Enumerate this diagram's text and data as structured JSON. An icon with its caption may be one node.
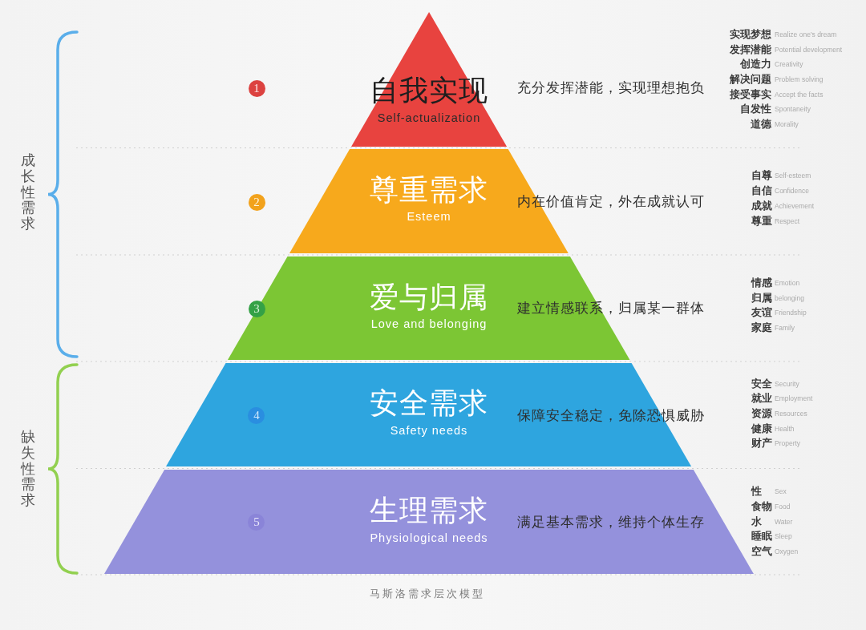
{
  "diagram": {
    "caption": "马斯洛需求层次模型",
    "nodes": [
      {
        "text": [
          "自我实现",
          "Self-actualization"
        ],
        "beside": [
          "充分发挥潜能，实现理想抱负"
        ]
      },
      {
        "text": [
          "尊重需求",
          "Esteem"
        ],
        "beside": [
          "内在价值肯定，外在成就认可"
        ]
      },
      {
        "text": [
          "爱与归属",
          "Love and belonging"
        ],
        "beside": [
          "建立情感联系，归属某一群体"
        ]
      },
      {
        "text": [
          "安全需求",
          "Safety needs"
        ],
        "beside": [
          "保障安全稳定，免除恐惧威胁"
        ]
      },
      {
        "text": [
          "生理需求",
          "Physiological needs"
        ],
        "beside": [
          "满足基本需求，维持个体生存"
        ]
      },
      {
        "text": [
          "1"
        ]
      },
      {
        "text": [
          "2"
        ]
      },
      {
        "text": [
          "3"
        ]
      },
      {
        "text": [
          "4"
        ],
        "in": 3
      },
      {
        "text": [
          "5"
        ],
        "in": 4
      }
    ],
    "labels": [
      "成长性需求",
      "缺失性需求",
      "实现梦想",
      "Realize one's dream",
      "发挥潜能",
      "Potential development",
      "创造力",
      "Creativity",
      "解决问题",
      "Problem solving",
      "接受事实",
      "Accept the facts",
      "自发性",
      "Spontaneity",
      "道德",
      "Morality",
      "自尊",
      "Self-esteem",
      "自信",
      "Confidence",
      "成就",
      "Achievement",
      "尊重",
      "Respect",
      "情感",
      "Emotion",
      "归属",
      "belonging",
      "友谊",
      "Friendship",
      "家庭",
      "Family",
      "安全",
      "Security",
      "就业",
      "Employment",
      "资源",
      "Resources",
      "健康",
      "Health",
      "财产",
      "Property",
      "性",
      "Sex",
      "食物",
      "Food",
      "水",
      "Water",
      "睡眠",
      "Sleep",
      "空气",
      "Oxygen"
    ]
  }
}
